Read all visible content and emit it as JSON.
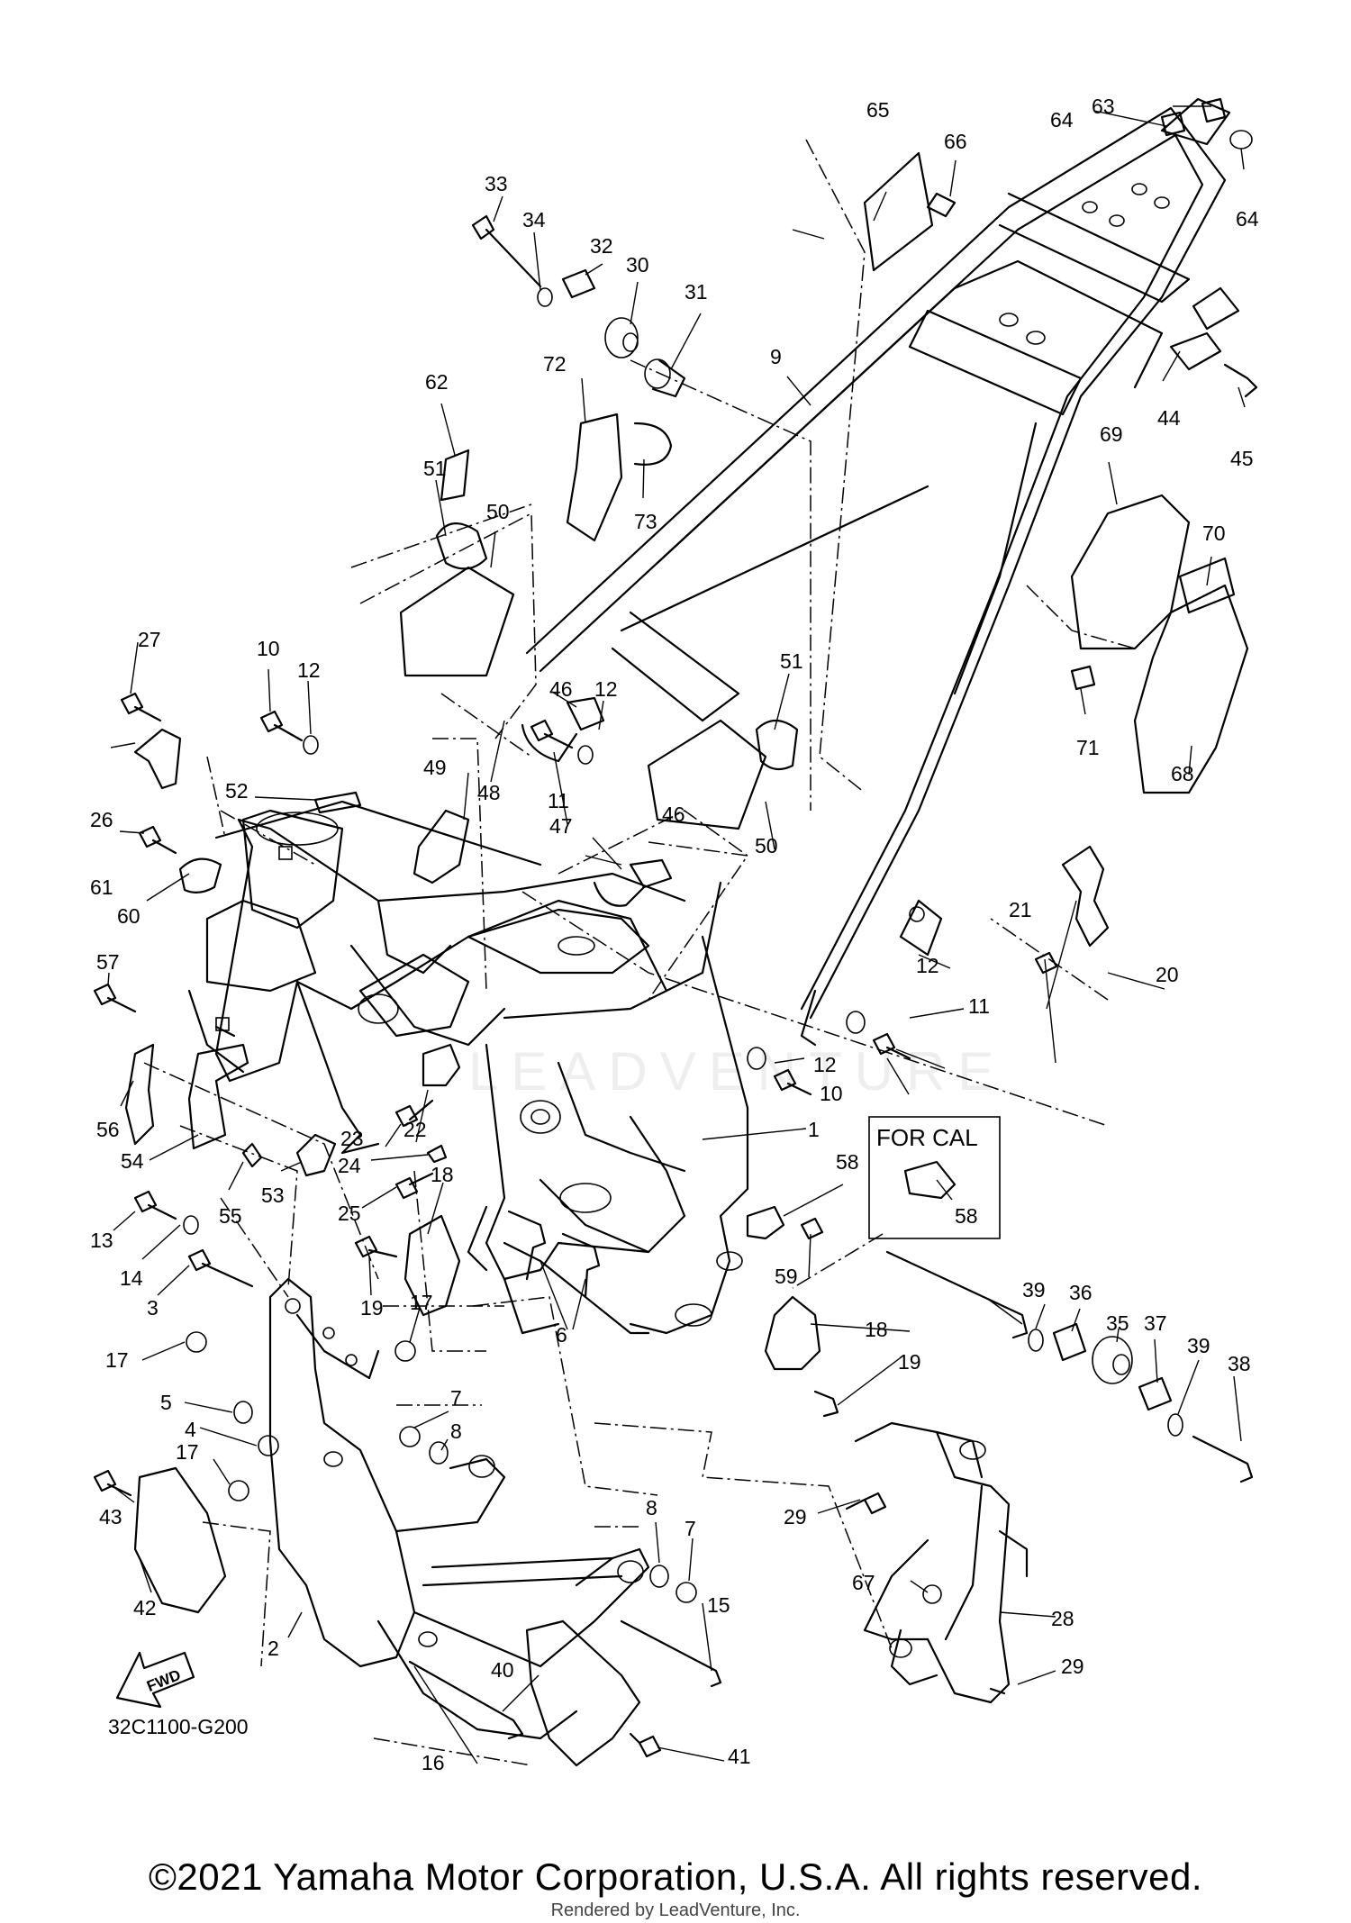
{
  "diagram": {
    "code": "32C1100-G200",
    "fwd_label": "FWD",
    "callout_label": "FOR CAL",
    "watermark": "LEADVENTURE",
    "part_numbers": [
      "1",
      "2",
      "3",
      "4",
      "5",
      "6",
      "7",
      "8",
      "9",
      "10",
      "11",
      "12",
      "13",
      "14",
      "15",
      "16",
      "17",
      "18",
      "19",
      "20",
      "21",
      "22",
      "23",
      "24",
      "25",
      "26",
      "27",
      "28",
      "29",
      "30",
      "31",
      "32",
      "33",
      "34",
      "35",
      "36",
      "37",
      "38",
      "39",
      "40",
      "41",
      "42",
      "43",
      "44",
      "45",
      "46",
      "47",
      "48",
      "49",
      "50",
      "51",
      "52",
      "53",
      "54",
      "55",
      "56",
      "57",
      "58",
      "59",
      "60",
      "61",
      "62",
      "63",
      "64",
      "65",
      "66",
      "67",
      "68",
      "69",
      "70",
      "71",
      "72",
      "73"
    ]
  },
  "footer": {
    "copyright": "©2021 Yamaha Motor Corporation, U.S.A. All rights reserved.",
    "rendered_by": "Rendered by LeadVenture, Inc."
  }
}
